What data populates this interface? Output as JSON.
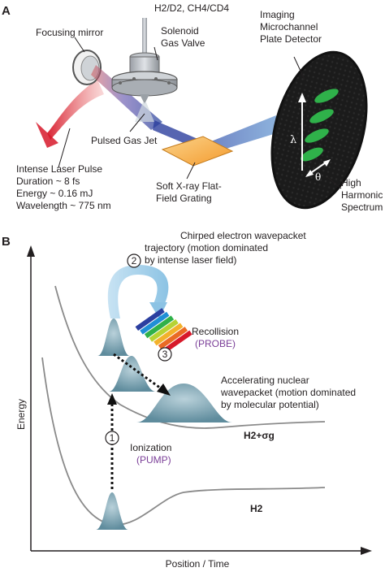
{
  "panel_a": {
    "panel_label": "A",
    "gas_label": "H2/D2, CH4/CD4",
    "focusing_mirror": "Focusing mirror",
    "valve_line1": "Solenoid",
    "valve_line2": "Gas Valve",
    "detector_line1": "Imaging",
    "detector_line2": "Microchannel",
    "detector_line3": "Plate Detector",
    "pulsed_gas_jet": "Pulsed Gas Jet",
    "laser_line1": "Intense Laser Pulse",
    "laser_line2": "Duration ~ 8 fs",
    "laser_line3": "Energy ~ 0.16 mJ",
    "laser_line4": "Wavelength ~ 775 nm",
    "grating_line1": "Soft X-ray Flat-",
    "grating_line2": "Field Grating",
    "spectrum_line1": "High",
    "spectrum_line2": "Harmonic",
    "spectrum_line3": "Spectrum",
    "lambda_symbol": "λ",
    "theta_symbol": "θ"
  },
  "panel_b": {
    "panel_label": "B",
    "traj_line1": "Chirped electron wavepacket",
    "traj_line2": "trajectory (motion dominated",
    "traj_line3": "by intense laser field)",
    "recollision": "Recollision",
    "probe": "(PROBE)",
    "accel_line1": "Accelerating nuclear",
    "accel_line2": "wavepacket (motion dominated",
    "accel_line3": "by molecular potential)",
    "ionization": "Ionization",
    "pump": "(PUMP)",
    "step1": "1",
    "step2": "2",
    "step3": "3",
    "ion_curve_label": "H2+σg",
    "ground_curve_label": "H2",
    "y_axis": "Energy",
    "x_axis": "Position / Time"
  },
  "colors": {
    "laser_red": "#d7192a",
    "xray_blue": "#1f3d99",
    "grating_orange": "#f7a941",
    "detector_dark": "#1a1a1a",
    "spectrum_green": "#2fb14a",
    "wavepacket_teal": "#6e9bab",
    "arrow_lightblue": "#a8d3ec",
    "label_purple": "#7b3f98"
  }
}
